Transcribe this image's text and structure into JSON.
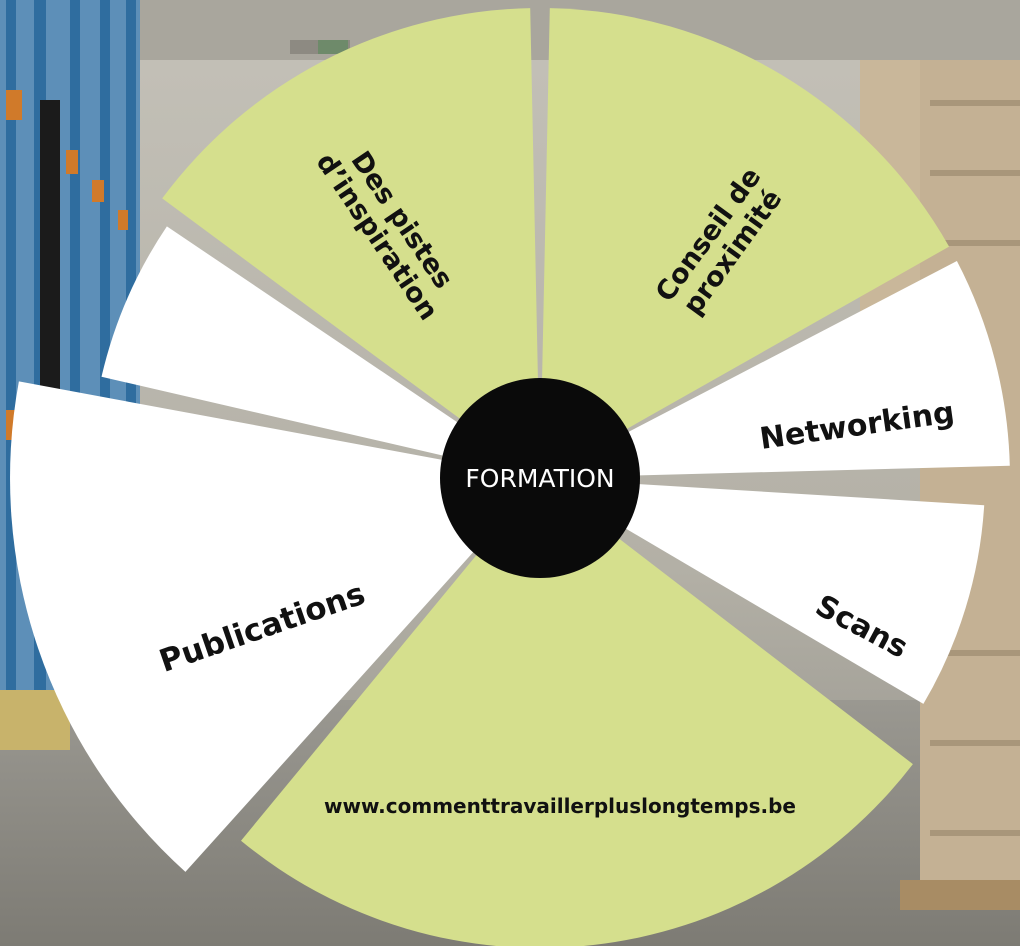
{
  "colors": {
    "accent_green": "#d5df8d",
    "segment_white": "#ffffff",
    "hub": "#0a0a0a",
    "text_dark": "#111111",
    "text_light": "#ffffff",
    "warehouse_wall": "#b9b6ad",
    "rack_blue": "#3f7fae",
    "pallet_tan": "#c9b79a"
  },
  "diagram": {
    "center_label": "FORMATION",
    "segments": [
      {
        "id": "inspiration",
        "lines": [
          "Des pistes",
          "d’inspiration"
        ],
        "color": "green"
      },
      {
        "id": "conseil",
        "lines": [
          "Conseil de",
          "proximité"
        ],
        "color": "green"
      },
      {
        "id": "networking",
        "lines": [
          "Networking"
        ],
        "color": "white"
      },
      {
        "id": "scans",
        "lines": [
          "Scans"
        ],
        "color": "white"
      },
      {
        "id": "website",
        "lines": [
          "www.commenttravaillerpluslongtemps.be"
        ],
        "color": "green"
      },
      {
        "id": "publications",
        "lines": [
          "Publications"
        ],
        "color": "white"
      },
      {
        "id": "blank",
        "lines": [],
        "color": "white"
      }
    ]
  }
}
